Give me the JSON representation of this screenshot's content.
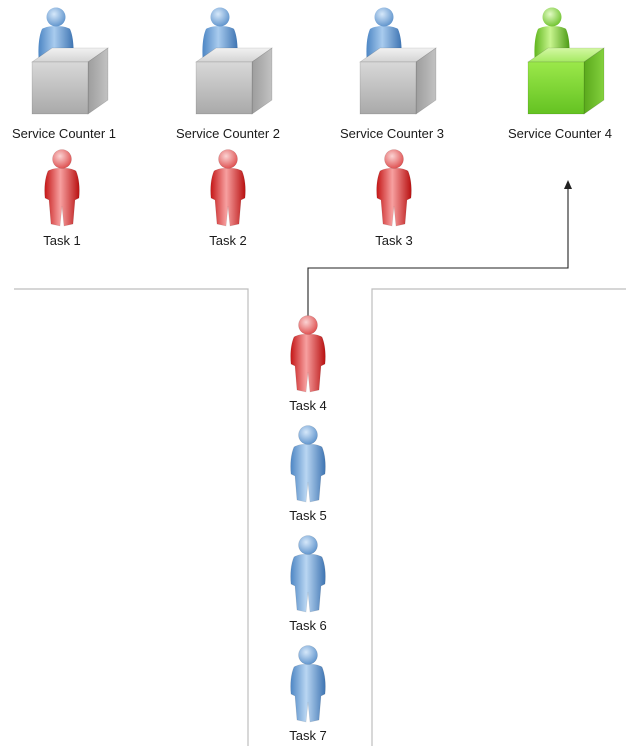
{
  "colors": {
    "counter_idle": "#c9c9c9",
    "counter_active": "#8fdf3a",
    "clerk": "#6fa3d8",
    "task_active": "#e23a3a",
    "task_waiting": "#6fa3d8",
    "queue_wall": "#bdbdbd",
    "arrow": "#222222"
  },
  "counters": [
    {
      "label": "Service Counter 1",
      "state": "idle",
      "icon": "service-desk-icon"
    },
    {
      "label": "Service Counter 2",
      "state": "idle",
      "icon": "service-desk-icon"
    },
    {
      "label": "Service Counter 3",
      "state": "idle",
      "icon": "service-desk-icon"
    },
    {
      "label": "Service Counter 4",
      "state": "available",
      "icon": "service-desk-icon"
    }
  ],
  "serving_tasks": [
    {
      "label": "Task 1",
      "icon": "person-icon"
    },
    {
      "label": "Task 2",
      "icon": "person-icon"
    },
    {
      "label": "Task 3",
      "icon": "person-icon"
    }
  ],
  "queue_tasks": [
    {
      "label": "Task 4",
      "state": "next",
      "icon": "person-icon"
    },
    {
      "label": "Task 5",
      "state": "waiting",
      "icon": "person-icon"
    },
    {
      "label": "Task 6",
      "state": "waiting",
      "icon": "person-icon"
    },
    {
      "label": "Task 7",
      "state": "waiting",
      "icon": "person-icon"
    }
  ]
}
